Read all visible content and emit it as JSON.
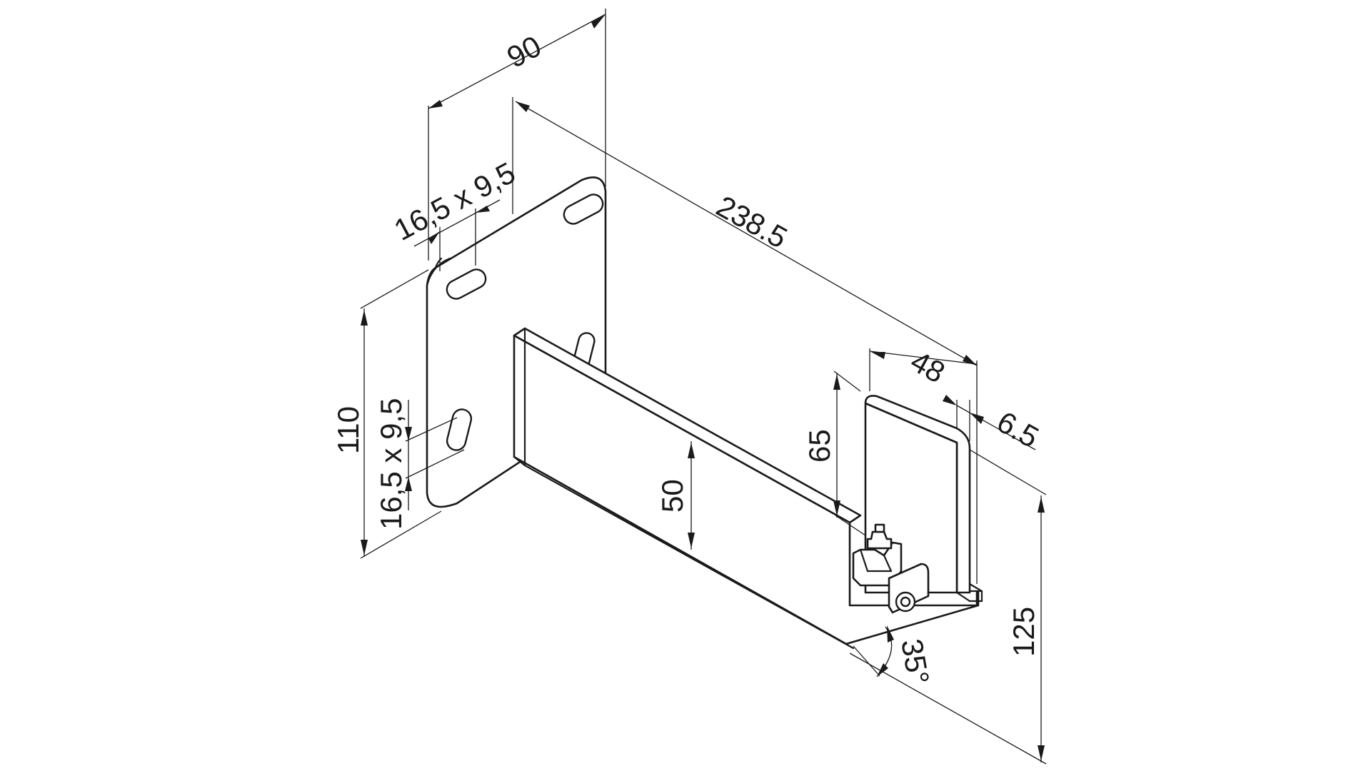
{
  "colors": {
    "line": "#1a1a1a",
    "background": "#ffffff"
  },
  "dimensions": {
    "width_top": "90",
    "slot_top": "16,5 x 9,5",
    "length": "238.5",
    "height_plate": "110",
    "slot_side": "16,5 x 9,5",
    "arm_height": "50",
    "tip_height": "65",
    "tip_width": "48",
    "tip_thickness": "6.5",
    "overall_height": "125",
    "angle": "35°"
  }
}
